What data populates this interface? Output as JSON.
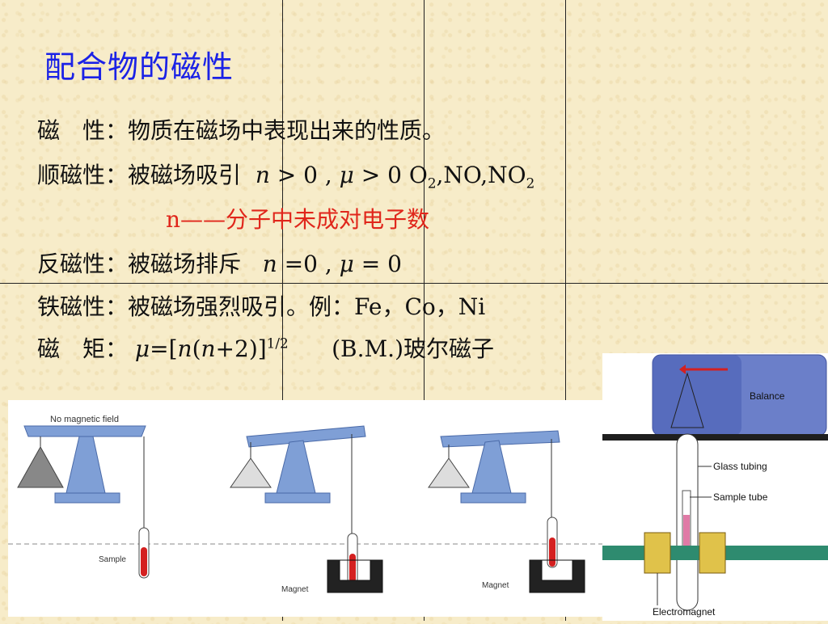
{
  "title": "配合物的磁性",
  "lines": {
    "magnetism": {
      "term": "磁　性：",
      "def": "物质在磁场中表现出来的性质。"
    },
    "para": {
      "term": "顺磁性：",
      "def": "被磁场吸引",
      "n": "n",
      "gt0a": " > 0 , ",
      "mu": "μ",
      "gt0b": " > 0  ",
      "o": "O",
      "o_sub": "2",
      "mid": ",NO,NO",
      "no2_sub": "2"
    },
    "n_def": {
      "n": "n——",
      "text": "分子中未成对电子数"
    },
    "dia": {
      "term": "反磁性：",
      "def": "被磁场排斥",
      "n": "n",
      "eq0a": " =0 , ",
      "mu": "μ",
      "eq0b": " = 0"
    },
    "ferro": {
      "term": "铁磁性：",
      "def": "被磁场强烈吸引。例：Fe，Co，Ni"
    },
    "moment": {
      "term": "磁　矩：",
      "mu": "μ",
      "eq": "=[",
      "n1": "n",
      "paren": "(",
      "n2": "n",
      "rest": "+2)]",
      "sup": "1/2",
      "unit": "(B.M.)玻尔磁子"
    }
  },
  "figure_left": {
    "label_no_field": "No magnetic field",
    "label_sample": "Sample",
    "label_magnet_1": "Magnet",
    "label_magnet_2": "Magnet"
  },
  "figure_right": {
    "label_balance": "Balance",
    "label_glass": "Glass tubing",
    "label_sample_tube": "Sample tube",
    "label_electromagnet": "Electromagnet"
  }
}
